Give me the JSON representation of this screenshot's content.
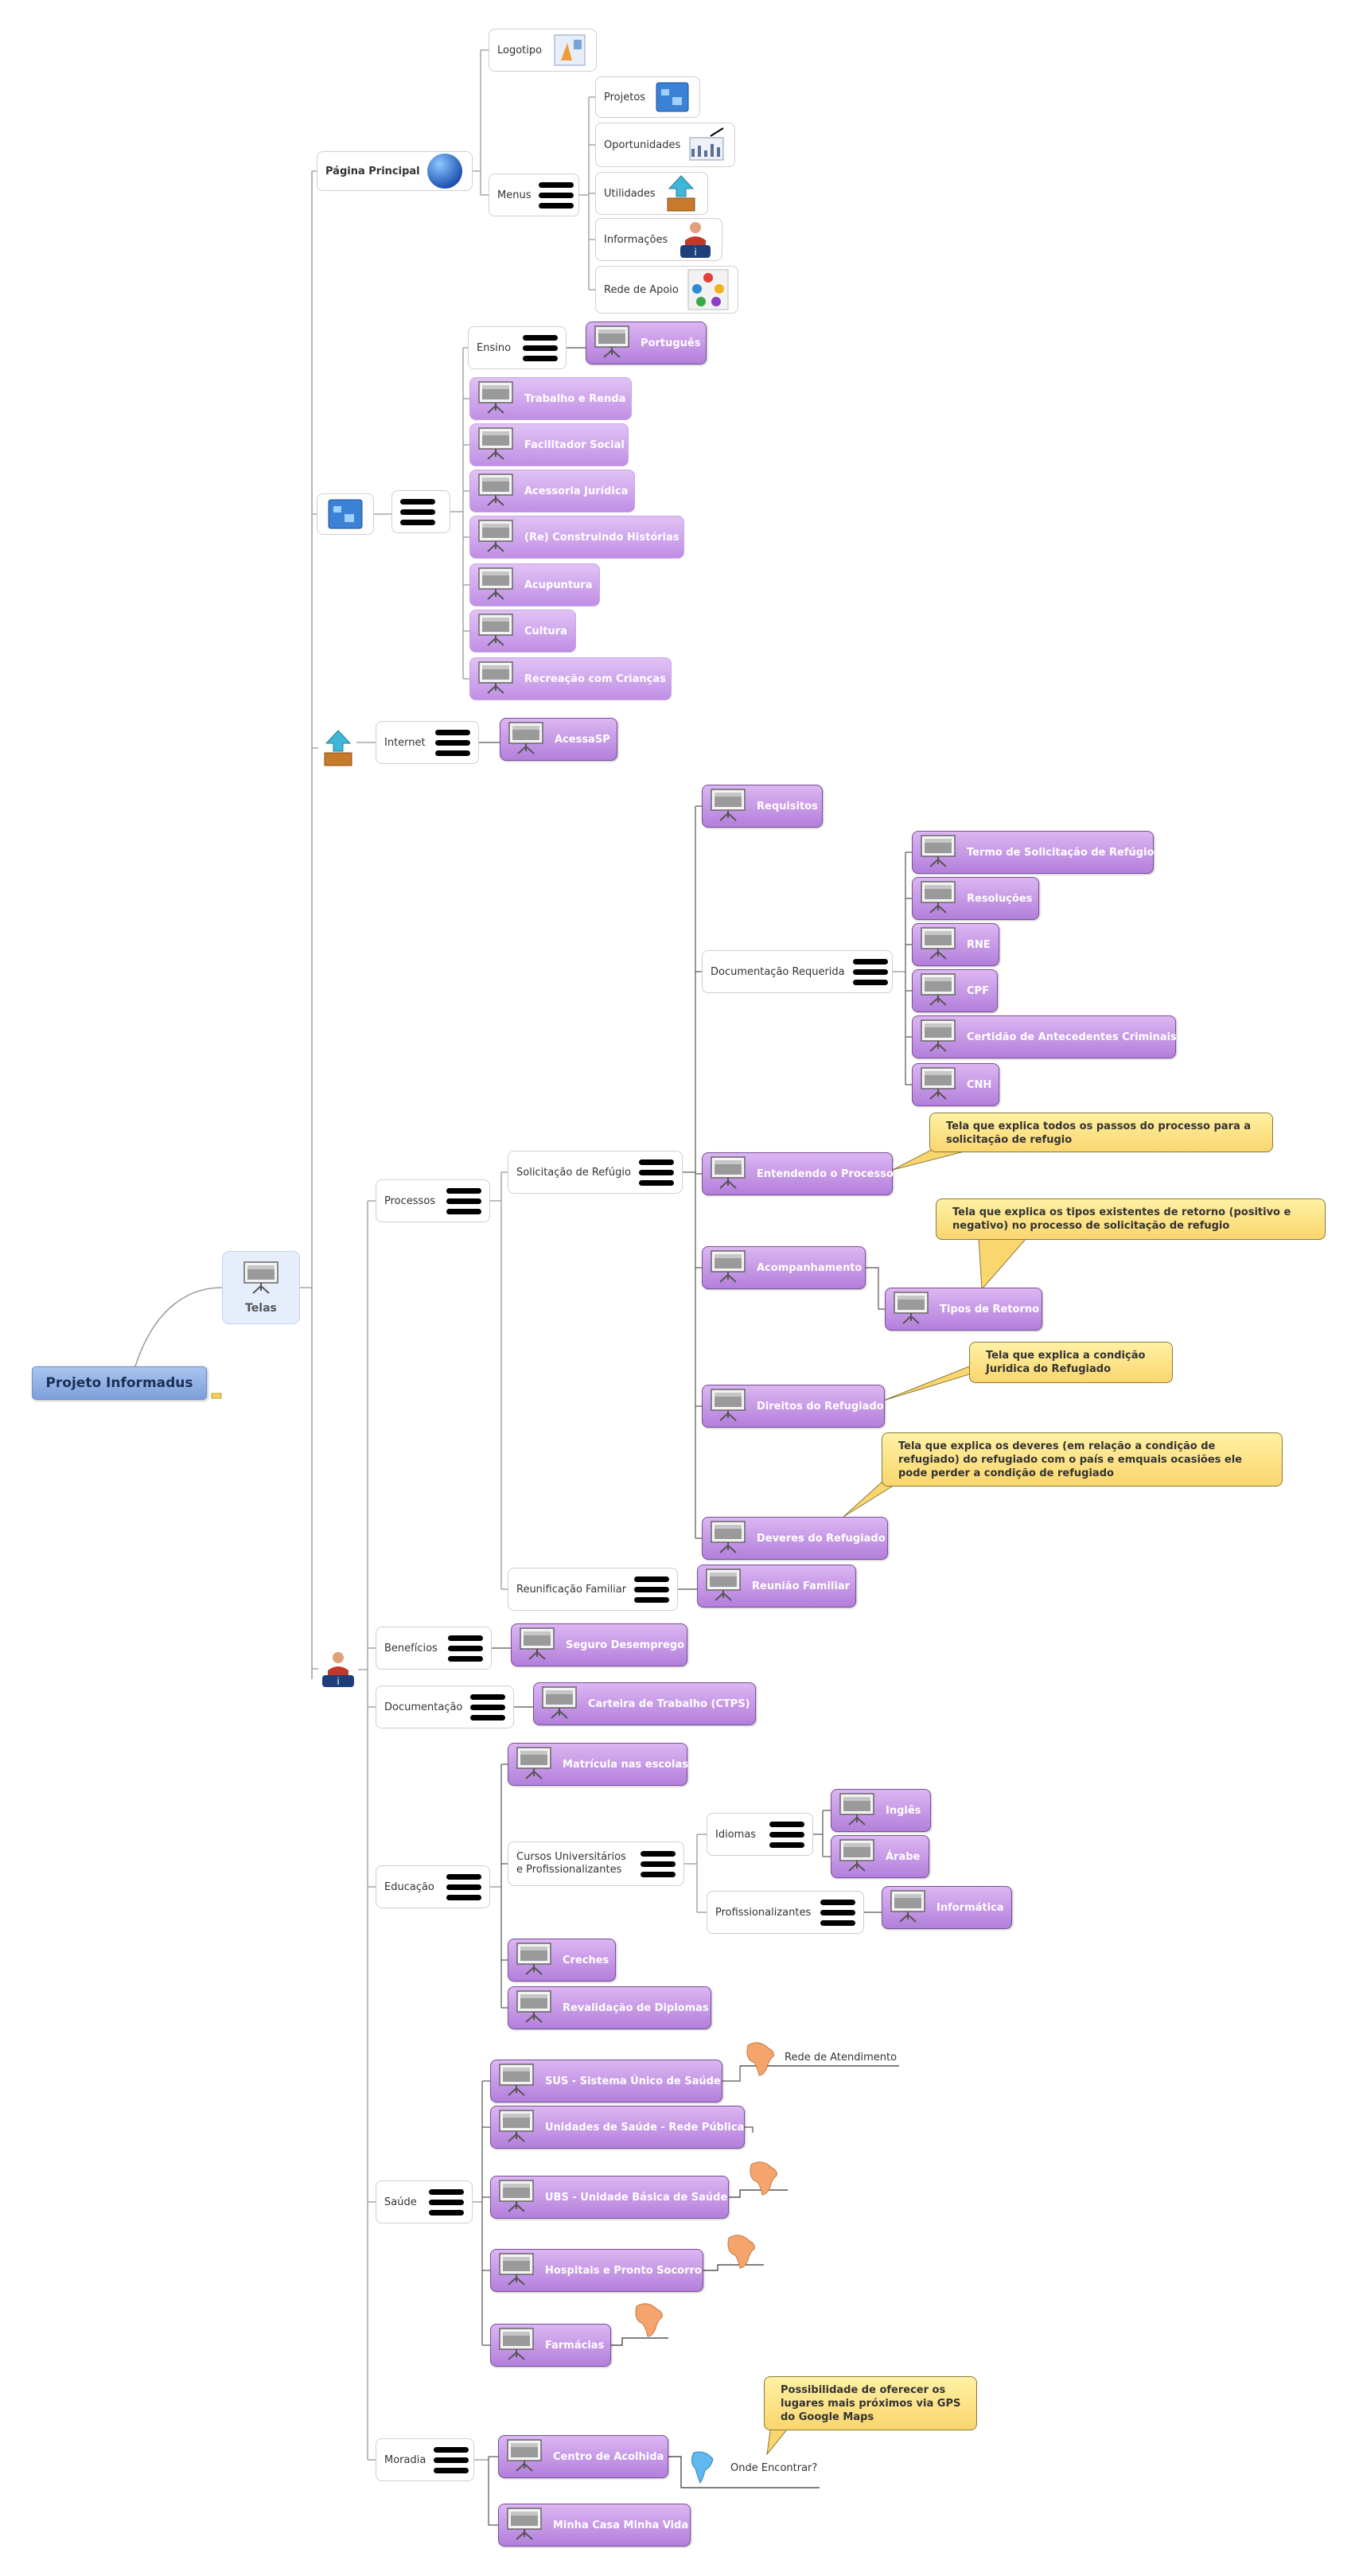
{
  "root": {
    "label": "Projeto Informadus"
  },
  "telas": {
    "label": "Telas"
  },
  "pagina_principal": {
    "label": "Página Principal",
    "logotipo": "Logotipo",
    "menus": "Menus",
    "menu_items": [
      "Projetos",
      "Oportunidades",
      "Utilidades",
      "Informações",
      "Rede de Apoio"
    ]
  },
  "projetos": {
    "ensino": "Ensino",
    "portugues": "Português",
    "screens": [
      "Trabalho e Renda",
      "Facilitador Social",
      "Acessoria Jurídica",
      "(Re) Construindo Histórias",
      "Acupuntura",
      "Cultura",
      "Recreação com Crianças"
    ]
  },
  "utilidades": {
    "internet": "Internet",
    "acessasp": "AcessaSP"
  },
  "informacoes": {
    "processos": "Processos",
    "solicitacao": "Solicitação de Refúgio",
    "requisitos": "Requisitos",
    "documentacao_requerida": "Documentação Requerida",
    "docs": [
      "Termo de Solicitação de Refúgio",
      "Resoluções",
      "RNE",
      "CPF",
      "Certidão de Antecedentes Criminais",
      "CNH"
    ],
    "entendendo": "Entendendo o Processo",
    "acompanhamento": "Acompanhamento",
    "tipos_retorno": "Tipos de Retorno",
    "direitos": "Direitos do Refugiado",
    "deveres": "Deveres do Refugiado",
    "reunificacao": "Reunificação Familiar",
    "reuniao": "Reunião Familiar",
    "beneficios": "Benefícios",
    "seguro": "Seguro Desemprego",
    "documentacao": "Documentação",
    "ctps": "Carteira de Trabalho (CTPS)",
    "educacao": "Educação",
    "matricula": "Matrícula nas escolas",
    "cursos": "Cursos Universitários e Profissionalizantes",
    "idiomas": "Idiomas",
    "ingles": "Inglês",
    "arabe": "Árabe",
    "profissionalizantes": "Profissionalizantes",
    "informatica": "Informática",
    "creches": "Creches",
    "revalidacao": "Revalidação de Diplomas",
    "saude": "Saúde",
    "sus": "SUS - Sistema Único de Saúde",
    "rede_atendimento": "Rede de Atendimento",
    "unidades": "Unidades de Saúde - Rede Pública",
    "ubs": "UBS - Unidade Básica de Saúde",
    "hospitais": "Hospitais e Pronto Socorro",
    "farmacias": "Farmácias",
    "moradia": "Moradia",
    "centro": "Centro de Acolhida",
    "onde": "Onde Encontrar?",
    "minha_casa": "Minha Casa Minha Vida"
  },
  "callouts": {
    "entendendo": "Tela que explica todos os passos do processo para a solicitação de refugio",
    "retorno": "Tela que explica os tipos existentes de retorno (positivo e negativo) no processo de solicitação de refugio",
    "direitos": "Tela que explica a condição Juridica do Refugiado",
    "deveres": "Tela que explica os deveres (em relação a condição de refugiado) do refugiado com o país e emquais ocasiões ele pode perder a condição de refugiado",
    "gps": "Possibilidade de oferecer os lugares mais próximos via GPS do Google Maps"
  },
  "colors": {
    "node_purple": "#b37fdb",
    "root_blue": "#8aa8e0",
    "callout_yellow": "#fbe08a",
    "line_gray": "#9a9a9a"
  },
  "icons": [
    "globe-icon",
    "logo-image-icon",
    "menu-icon",
    "presentation-screen-icon",
    "blue-puzzle-icon",
    "career-chart-icon",
    "box-arrow-icon",
    "information-person-icon",
    "support-network-icon",
    "africa-map-icon",
    "south-america-map-icon",
    "note-icon"
  ]
}
